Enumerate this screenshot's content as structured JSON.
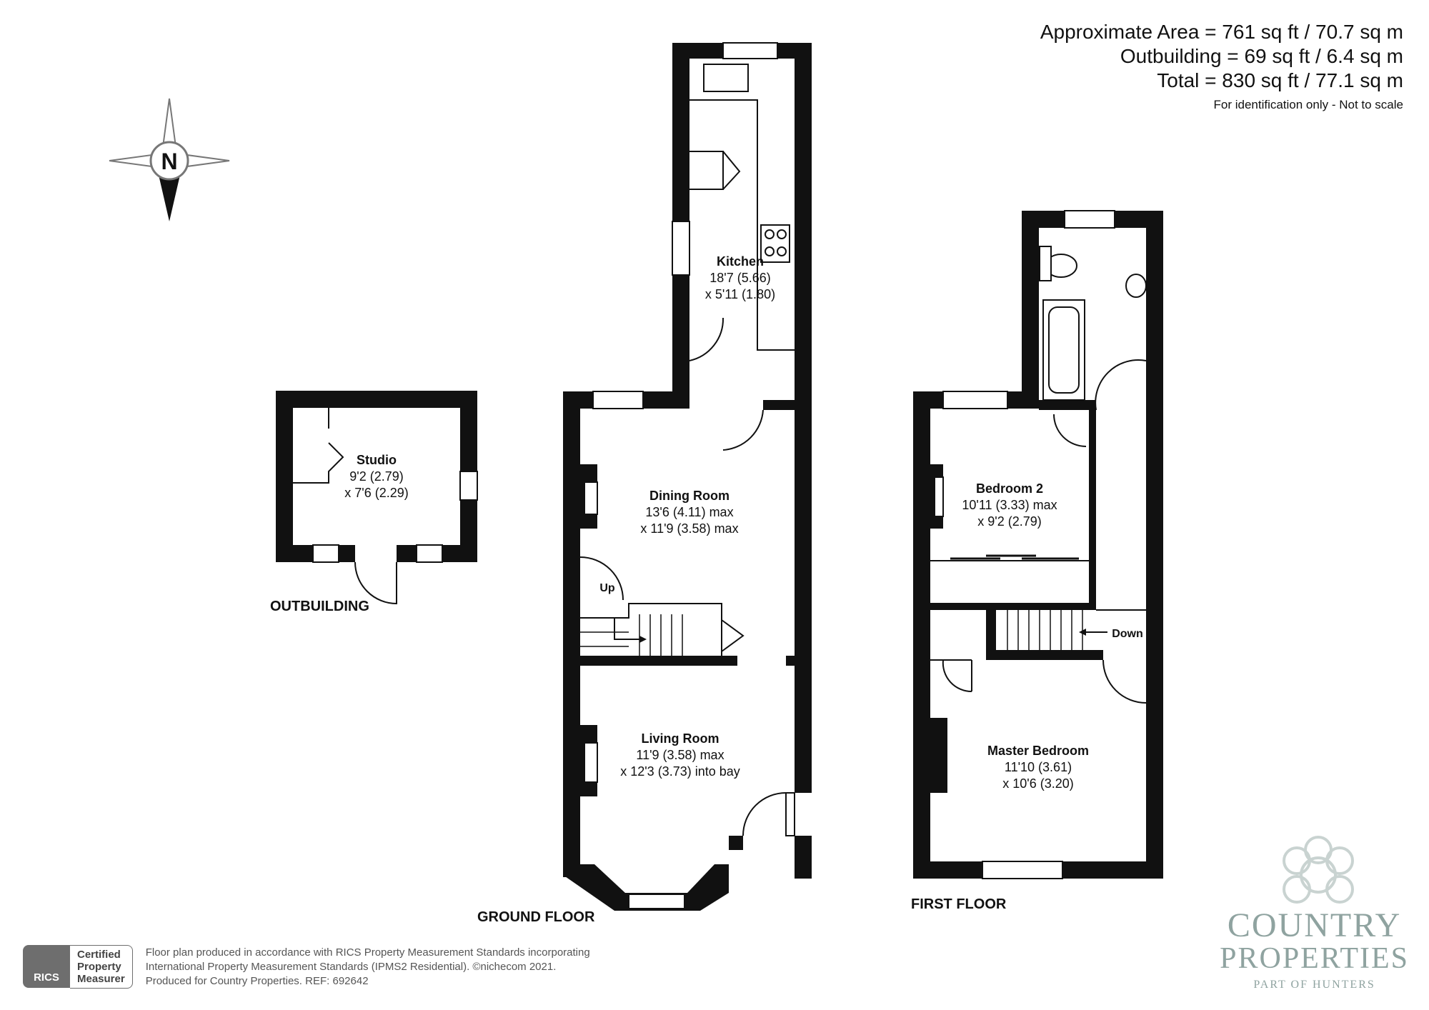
{
  "area": {
    "line1": "Approximate Area = 761 sq ft / 70.7 sq m",
    "line2": "Outbuilding = 69 sq ft / 6.4 sq m",
    "line3": "Total = 830 sq ft / 77.1 sq m",
    "note": "For identification only - Not to scale"
  },
  "compass": {
    "label": "N"
  },
  "floors": {
    "outbuilding": "OUTBUILDING",
    "ground": "GROUND FLOOR",
    "first": "FIRST FLOOR"
  },
  "rooms": {
    "studio": {
      "name": "Studio",
      "dim1": "9'2 (2.79)",
      "dim2": "x 7'6 (2.29)"
    },
    "kitchen": {
      "name": "Kitchen",
      "dim1": "18'7 (5.66)",
      "dim2": "x 5'11 (1.80)"
    },
    "dining": {
      "name": "Dining Room",
      "dim1": "13'6 (4.11) max",
      "dim2": "x 11'9 (3.58) max"
    },
    "living": {
      "name": "Living Room",
      "dim1": "11'9 (3.58) max",
      "dim2": "x 12'3 (3.73) into bay"
    },
    "bedroom2": {
      "name": "Bedroom 2",
      "dim1": "10'11 (3.33) max",
      "dim2": "x 9'2 (2.79)"
    },
    "master": {
      "name": "Master Bedroom",
      "dim1": "11'10 (3.61)",
      "dim2": "x 10'6 (3.20)"
    }
  },
  "stairs": {
    "up": "Up",
    "down": "Down"
  },
  "footer": {
    "rics_badge": "RICS",
    "rics_line1": "Certified",
    "rics_line2": "Property",
    "rics_line3": "Measurer",
    "text1": "Floor plan produced in accordance with RICS Property Measurement Standards incorporating",
    "text2": "International Property Measurement Standards (IPMS2 Residential).   ©nichecom 2021.",
    "text3": "Produced for Country Properties.   REF: 692642"
  },
  "logo": {
    "line1": "COUNTRY",
    "line2": "PROPERTIES",
    "line3": "PART OF HUNTERS"
  }
}
